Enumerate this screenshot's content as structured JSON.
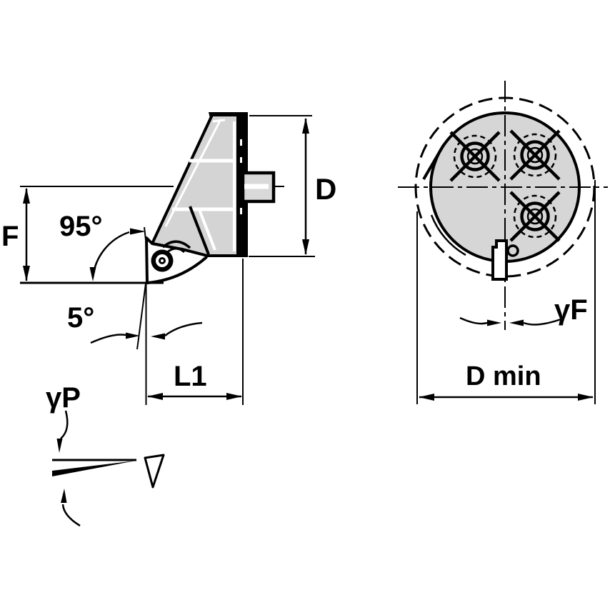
{
  "diagram": {
    "side_view": {
      "height_dim_label": "F",
      "lead_angle_label": "95°",
      "clearance_angle_label": "5°",
      "length_dim_label": "L1",
      "diameter_dim_label": "D",
      "rake_detail_label": "γP"
    },
    "front_view": {
      "radial_rake_label": "γF",
      "min_diameter_label": "D min"
    },
    "colors": {
      "line": "#000000",
      "body_fill": "#d4d4d4",
      "stub_fill": "#d9d9d9",
      "circle_fill": "#d6d6d6",
      "background": "#ffffff"
    }
  }
}
